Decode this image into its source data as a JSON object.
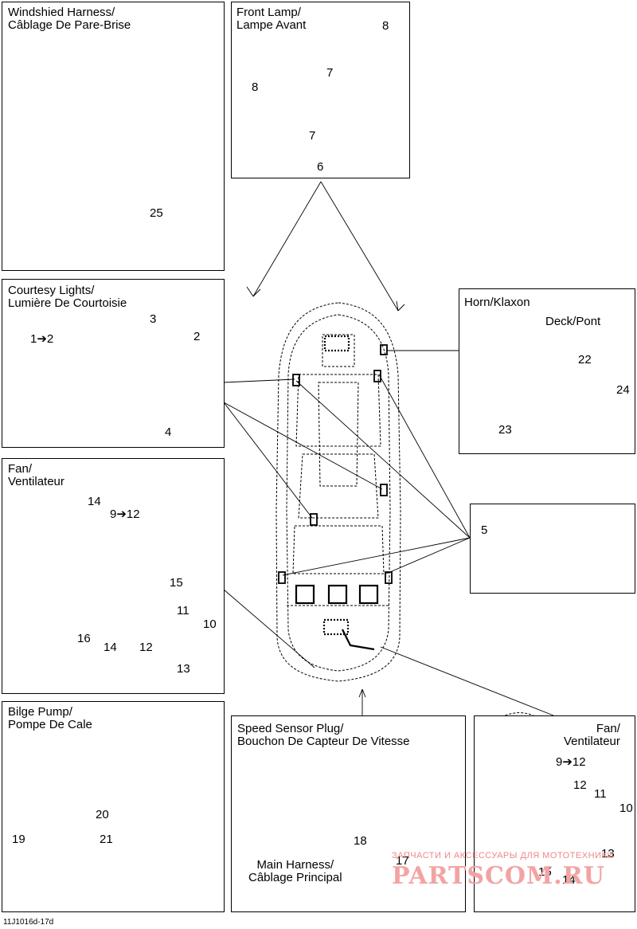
{
  "panels": {
    "windshield": {
      "title": "Windshied Harness/\nCâblage De Pare-Brise",
      "callouts": [
        "25"
      ]
    },
    "front_lamp": {
      "title": "Front Lamp/\nLampe Avant",
      "callouts": [
        "8",
        "7",
        "8",
        "7",
        "6"
      ]
    },
    "courtesy": {
      "title": "Courtesy Lights/\nLumière De Courtoisie",
      "callouts": [
        "1➔2",
        "3",
        "2",
        "4"
      ]
    },
    "fan_left": {
      "title": "Fan/\nVentilateur",
      "callouts": [
        "14",
        "9➔12",
        "15",
        "11",
        "10",
        "16",
        "14",
        "12",
        "13"
      ]
    },
    "horn": {
      "title": "Horn/Klaxon",
      "deck": "Deck/Pont",
      "callouts": [
        "22",
        "24",
        "23"
      ]
    },
    "connector": {
      "callouts": [
        "5"
      ]
    },
    "bilge": {
      "title": "Bilge Pump/\nPompe De Cale",
      "callouts": [
        "20",
        "19",
        "21"
      ]
    },
    "speed_sensor": {
      "title": "Speed Sensor Plug/\nBouchon De Capteur De Vitesse",
      "main_harness": "Main Harness/\nCâblage Principal",
      "callouts": [
        "18",
        "17"
      ]
    },
    "fan_right": {
      "title": "Fan/\nVentilateur",
      "callouts": [
        "9➔12",
        "12",
        "11",
        "10",
        "13",
        "15",
        "14"
      ]
    }
  },
  "figure_code": "11J1016d-17d",
  "watermark": {
    "text": "ЗАПЧАСТИ И АКСЕССУАРЫ ДЛЯ МОТОТЕХНИКИ",
    "logo": "PARTSCOM.RU"
  },
  "colors": {
    "line": "#000000",
    "watermark": "#f3a3a3"
  }
}
